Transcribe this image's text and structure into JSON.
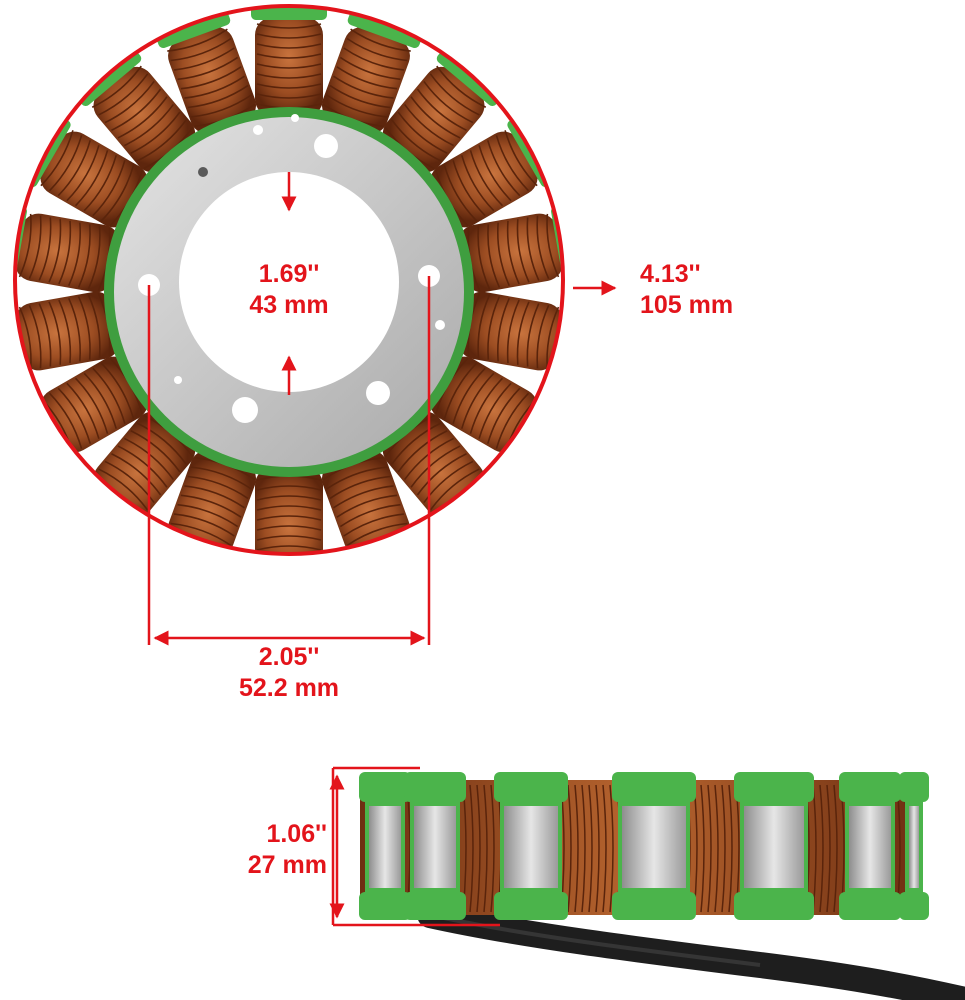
{
  "colors": {
    "annotation": "#e3141b",
    "copper": "#a0522d",
    "copper_dark": "#6e2f12",
    "insulator_green": "#4bb44b",
    "lamination_grey": "#c9c9c9",
    "cable_black": "#1e1e1e"
  },
  "dimensions": {
    "inner_diameter": {
      "inch": "1.69''",
      "mm": "43 mm"
    },
    "outer_diameter": {
      "inch": "4.13''",
      "mm": "105 mm"
    },
    "bolt_hole_spacing": {
      "inch": "2.05''",
      "mm": "52.2 mm"
    },
    "height": {
      "inch": "1.06''",
      "mm": "27 mm"
    }
  }
}
